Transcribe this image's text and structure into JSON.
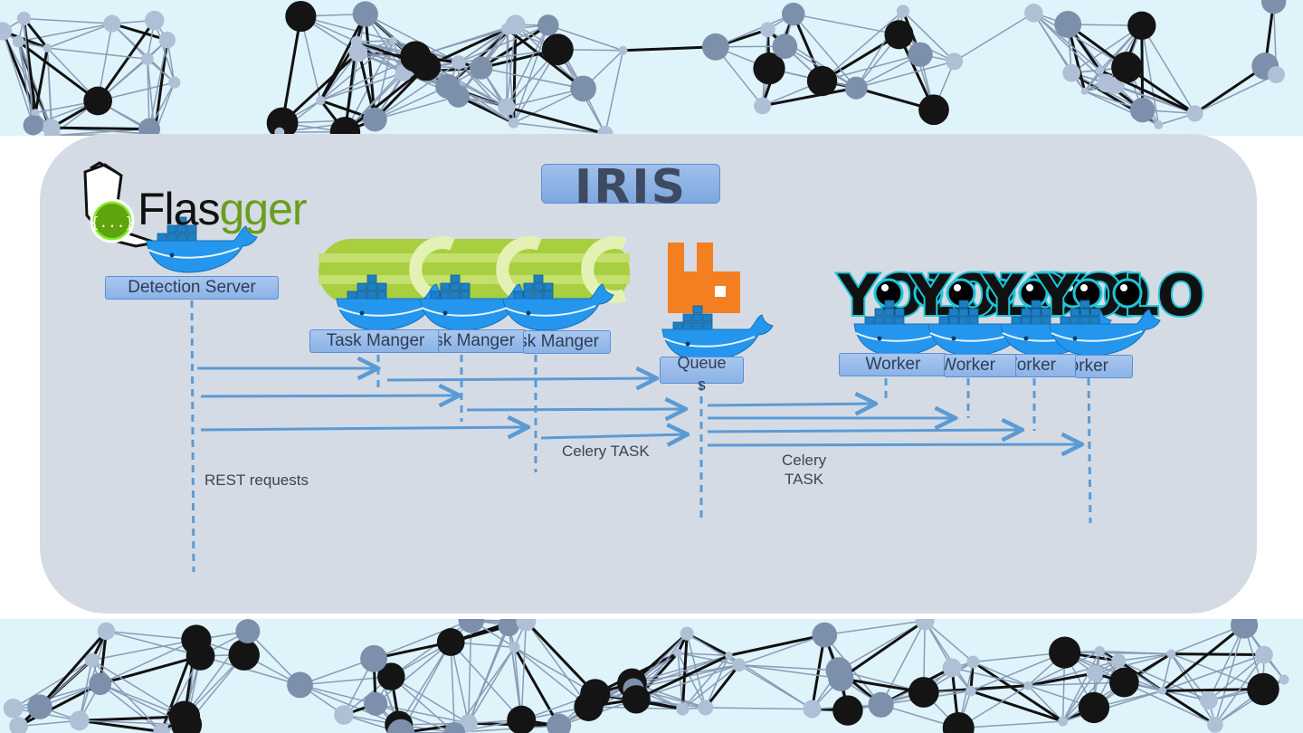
{
  "title": "IRIS",
  "logo": {
    "name_dark": "Flas",
    "name_green": "gger",
    "glyph": "{...}"
  },
  "components": {
    "detection_server": "Detection Server",
    "task_managers": [
      "Task Manger",
      "Task Manger",
      "Task Manger"
    ],
    "queue": "Queues",
    "workers": [
      "Worker",
      "Worker",
      "Worker",
      "Worker"
    ]
  },
  "annotations": {
    "rest": "REST requests",
    "celery_task_1": "Celery TASK",
    "celery_task_2": "Celery\nTASK"
  },
  "icon_names": [
    "flasgger-logo-icon",
    "docker-whale-icon",
    "celery-logo-icon",
    "rabbitmq-logo-icon",
    "yolo-logo-icon"
  ],
  "colors": {
    "panel": "#d5dbe4",
    "arrow": "#5b9bd5",
    "label": "#8cb2e6",
    "docker": "#2496ed",
    "celery": "#a8cf3f",
    "rabbitmq": "#f37f20",
    "yolo": "#20c4d8"
  }
}
